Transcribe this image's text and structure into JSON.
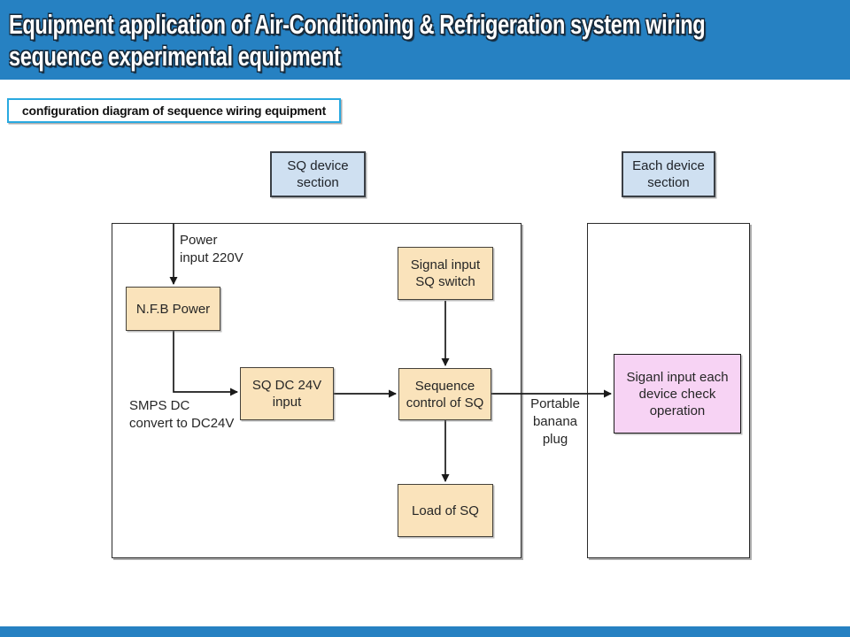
{
  "slide": {
    "title": {
      "line1": "Equipment application of Air-Conditioning & Refrigeration system wiring",
      "line2": "sequence experimental equipment"
    },
    "caption": "configuration diagram of sequence wiring equipment",
    "section_labels": {
      "sq_device": {
        "line1": "SQ device",
        "line2": "section"
      },
      "each_device": {
        "line1": "Each device",
        "line2": "section"
      }
    },
    "boxes": {
      "nfb": {
        "label": "N.F.B Power"
      },
      "sq_dc": {
        "line1": "SQ DC 24V",
        "line2": "input"
      },
      "signal": {
        "line1": "Signal input",
        "line2": "SQ switch"
      },
      "sequence": {
        "line1": "Sequence",
        "line2": "control of SQ"
      },
      "load": {
        "label": "Load of SQ"
      },
      "check": {
        "line1": "Siganl input each",
        "line2": "device check",
        "line3": "operation"
      }
    },
    "annotations": {
      "power": {
        "line1": "Power",
        "line2": "input 220V"
      },
      "smps": {
        "line1": "SMPS DC",
        "line2": "convert to DC24V"
      },
      "banana": {
        "line1": "Portable",
        "line2": "banana",
        "line3": "plug"
      }
    },
    "colors": {
      "header_blue": "#2681c2",
      "caption_border": "#29a9e0",
      "node_fill": "#fae3bb",
      "section_fill": "#cfe0f1",
      "highlight_fill": "#f7d3f4",
      "line_color": "#1a1a1a"
    }
  }
}
